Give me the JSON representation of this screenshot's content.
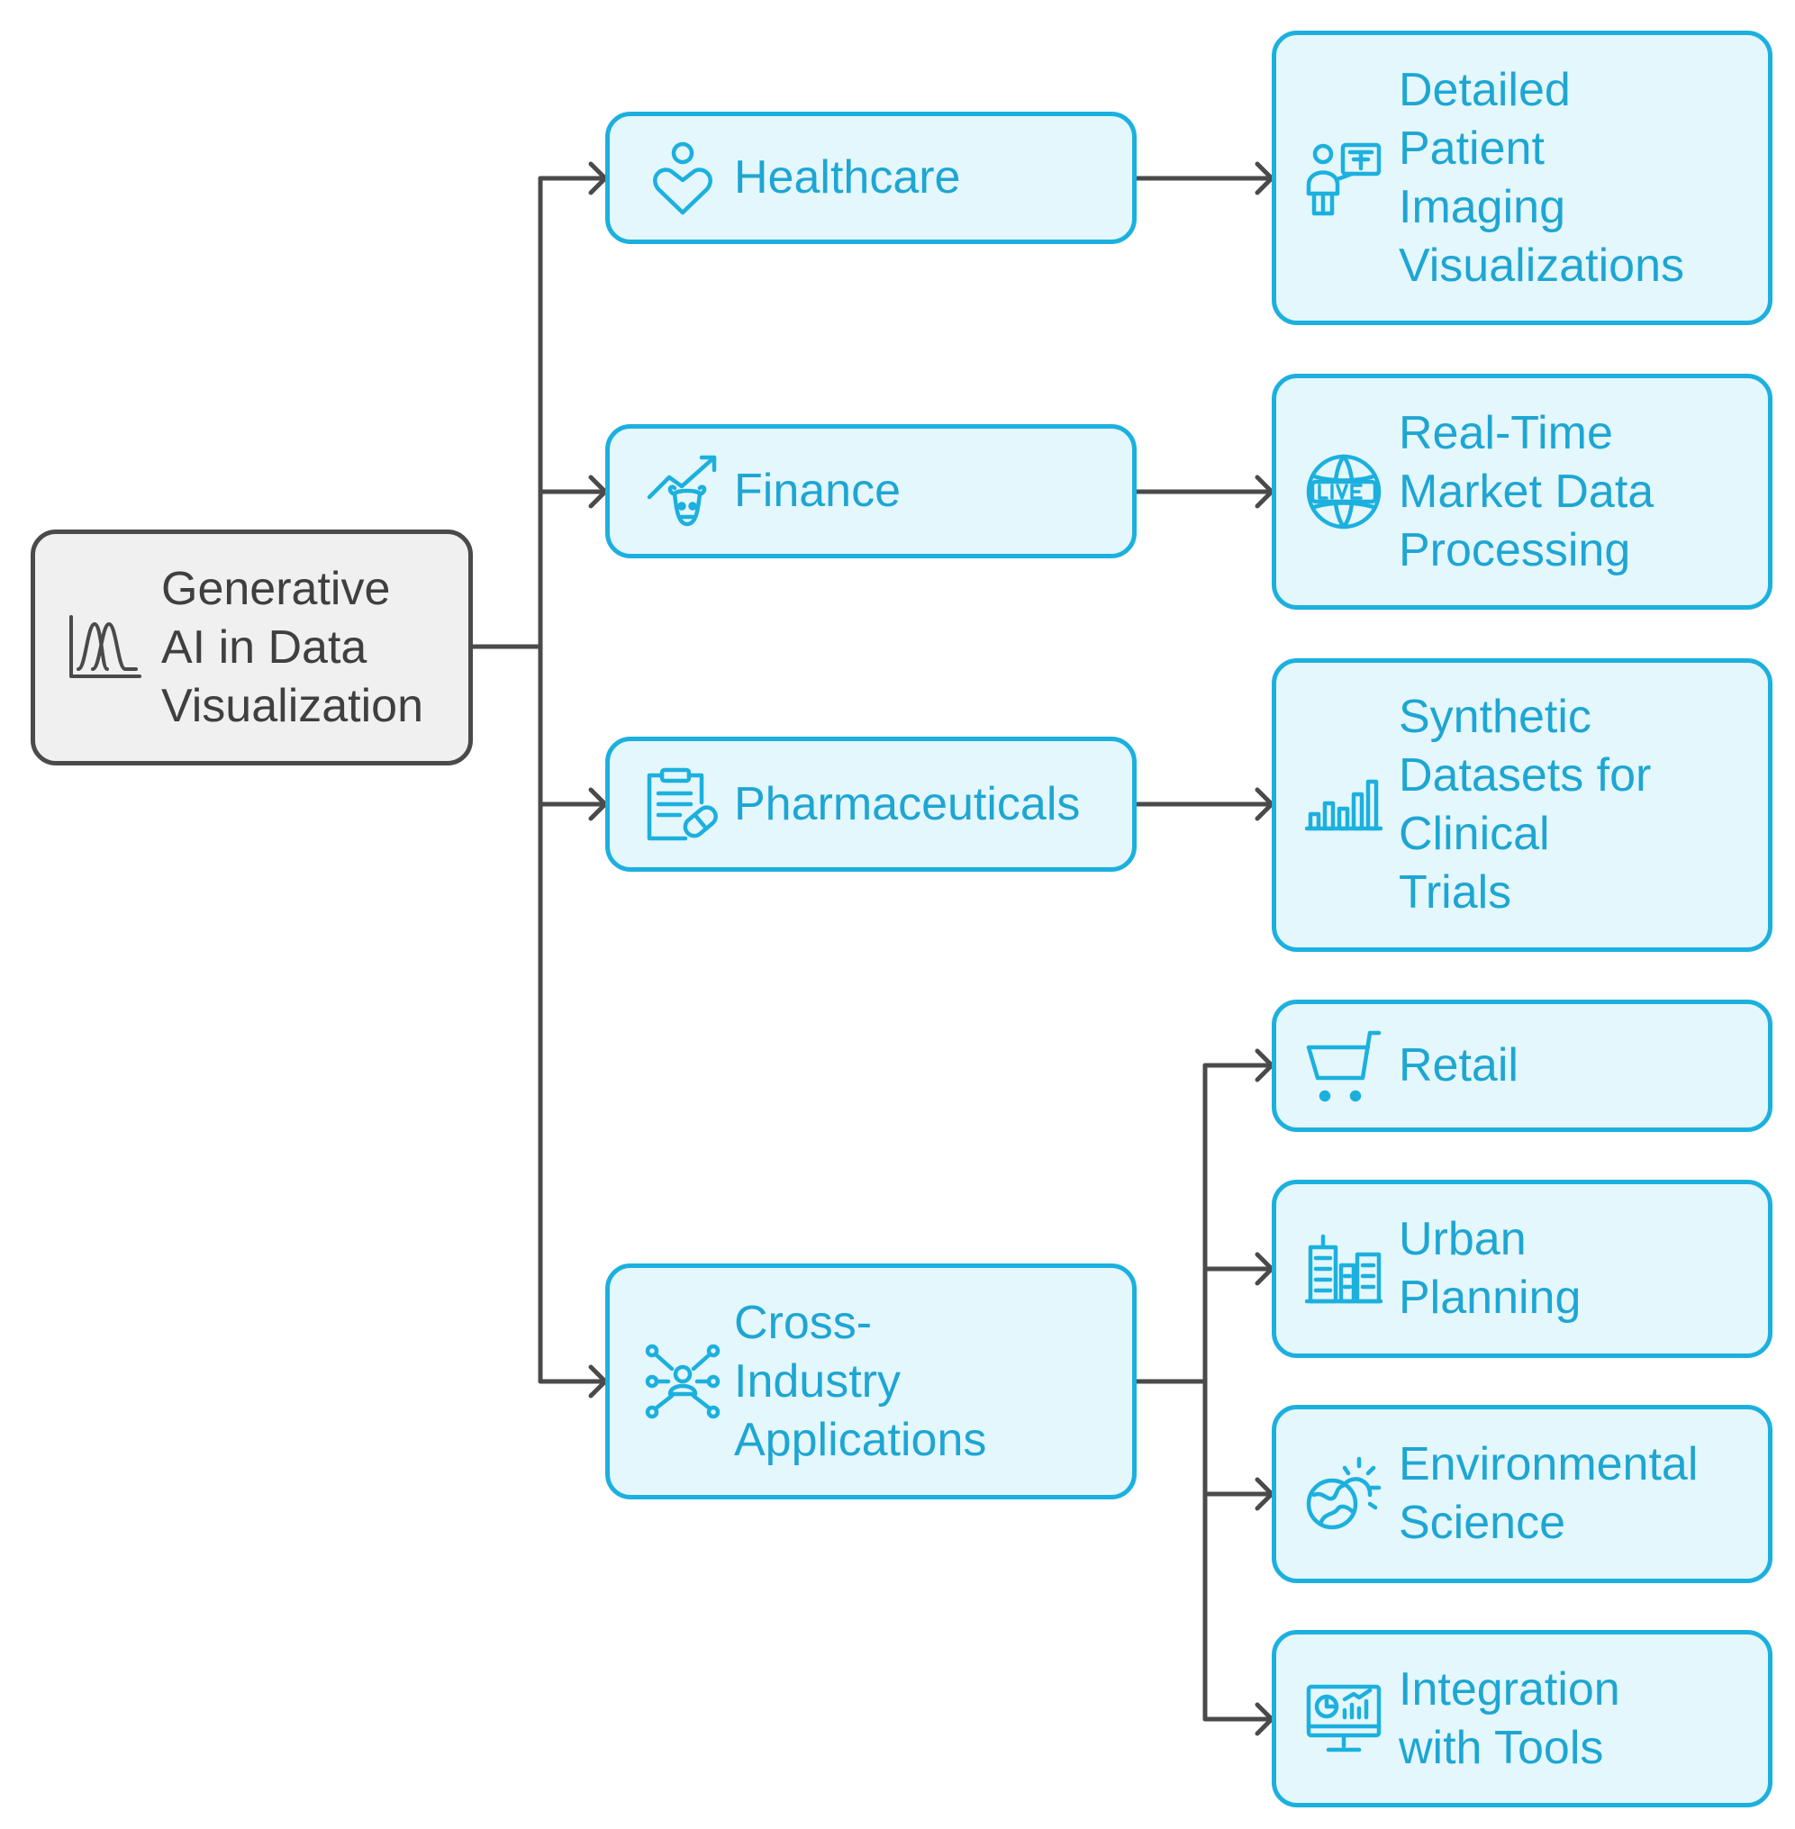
{
  "colors": {
    "accent": "#1cb0de",
    "accent_text": "#1ea6d3",
    "accent_fill": "#e4f7fd",
    "root_fill": "#f0f0f0",
    "root_stroke": "#4a4a4a",
    "wire": "#4a4a4a"
  },
  "root": {
    "label": "Generative\nAI in Data\nVisualization",
    "icon": "bell-curve-chart-icon"
  },
  "categories": [
    {
      "label": "Healthcare",
      "icon": "heart-person-icon"
    },
    {
      "label": "Finance",
      "icon": "bull-market-icon"
    },
    {
      "label": "Pharmaceuticals",
      "icon": "clipboard-pill-icon"
    },
    {
      "label": "Cross-\nIndustry\nApplications",
      "icon": "network-people-icon"
    }
  ],
  "leaves": [
    {
      "label": "Detailed\nPatient\nImaging\nVisualizations",
      "icon": "doctor-presentation-icon"
    },
    {
      "label": "Real-Time\nMarket Data\nProcessing",
      "icon": "live-globe-icon"
    },
    {
      "label": "Synthetic\nDatasets for\nClinical\nTrials",
      "icon": "bar-chart-icon"
    },
    {
      "label": "Retail",
      "icon": "shopping-cart-icon"
    },
    {
      "label": "Urban\nPlanning",
      "icon": "city-buildings-icon"
    },
    {
      "label": "Environmental\nScience",
      "icon": "globe-sun-icon"
    },
    {
      "label": "Integration\nwith Tools",
      "icon": "monitor-dashboard-icon"
    }
  ]
}
